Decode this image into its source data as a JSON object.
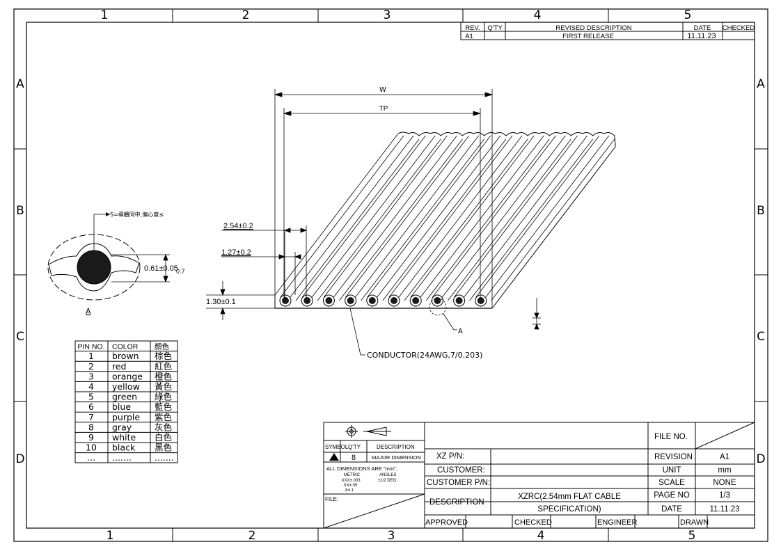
{
  "grid": {
    "columns": [
      "1",
      "2",
      "3",
      "4",
      "5"
    ],
    "rows": [
      "A",
      "B",
      "C",
      "D"
    ]
  },
  "revision_block": {
    "headers": {
      "rev": "REV.",
      "qty": "Q'TY",
      "revised_description": "REVISED   DESCRIPTION",
      "date": "DATE",
      "checked": "CHECKED"
    },
    "row": {
      "rev": "A1",
      "qty": "",
      "revised_description": "FIRST  RELEASE",
      "date": "11.11.23",
      "checked": ""
    }
  },
  "drawing": {
    "dim_w": "W",
    "dim_tp": "TP",
    "dim_pitch": "2.54±0.2",
    "dim_half_pitch": "1.27±0.2",
    "dim_thickness": "1.30±0.1",
    "dim_insulation": "0.61±0.05",
    "dim_insulation_overlap": "0.7",
    "section_note": "S=導體同中,偏心度≤",
    "section_label": "A",
    "callout_a": "A",
    "conductor_label": "CONDUCTOR(24AWG,7/0.203)",
    "colors": {
      "line": "#000000",
      "paper": "#ffffff",
      "conductor_fill": "#1a1a1a"
    }
  },
  "pin_table": {
    "headers": [
      "PIN NO.",
      "COLOR",
      "顏色"
    ],
    "rows": [
      [
        "1",
        "brown",
        "棕色"
      ],
      [
        "2",
        "red",
        "紅色"
      ],
      [
        "3",
        "orange",
        "橙色"
      ],
      [
        "4",
        "yellow",
        "黃色"
      ],
      [
        "5",
        "green",
        "綠色"
      ],
      [
        "6",
        "blue",
        "藍色"
      ],
      [
        "7",
        "purple",
        "紫色"
      ],
      [
        "8",
        "gray",
        "灰色"
      ],
      [
        "9",
        "white",
        "白色"
      ],
      [
        "10",
        "black",
        "黑色"
      ],
      [
        "...",
        ".......",
        "......."
      ]
    ]
  },
  "title_block": {
    "symbol_hdr": "SYMBOL",
    "qty_hdr": "Q'TY",
    "desc_hdr": "DESCRIPTION",
    "symbol_qty": "8",
    "symbol_desc": "MAJOR DIMENSION",
    "tol_line1": "ALL DIMENSIONS  ARE \"mm\".",
    "tol_metric": "METRIC",
    "tol_angles": "ANGLES",
    "tol_xxx": ".XXX±.003",
    "tol_xx": ".XX±.05",
    "tol_x": ".X±.1",
    "tol_angle_val": "±1/2 DEG.",
    "file_label": "FILE:",
    "pn_label": "XZ   P/N:",
    "customer_label": "CUSTOMER:",
    "customer_pn_label": "CUSTOMER P/N:",
    "description_label": "DESCRIPTION",
    "description_l1": "XZRC(2.54mm  FLAT  CABLE",
    "description_l2": "SPECIFICATION)",
    "approved_label": "APPROVED",
    "checked_label": "CHECKED",
    "engineer_label": "ENGINEER",
    "drawn_label": "DRAWN",
    "file_no_label": "FILE NO.",
    "revision_label": "REVISION",
    "revision_value": "A1",
    "unit_label": "UNIT",
    "unit_value": "mm",
    "scale_label": "SCALE",
    "scale_value": "NONE",
    "page_label": "PAGE NO",
    "page_value": "1/3",
    "date_label": "DATE",
    "date_value": "11.11.23"
  }
}
